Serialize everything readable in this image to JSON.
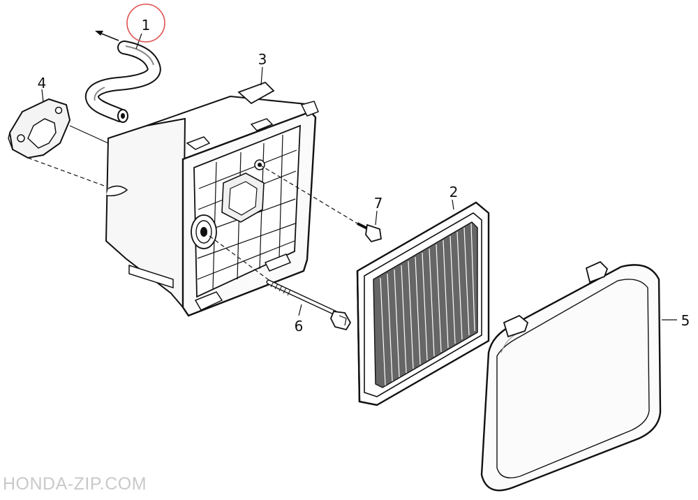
{
  "callouts": {
    "part_1": "1",
    "part_2": "2",
    "part_3": "3",
    "part_4": "4",
    "part_5": "5",
    "part_6": "6",
    "part_7": "7"
  },
  "watermark": "HONDA-ZIP.COM",
  "colors": {
    "line": "#111111",
    "highlight_circle": "#e05050",
    "watermark": "#c9c9c9"
  }
}
